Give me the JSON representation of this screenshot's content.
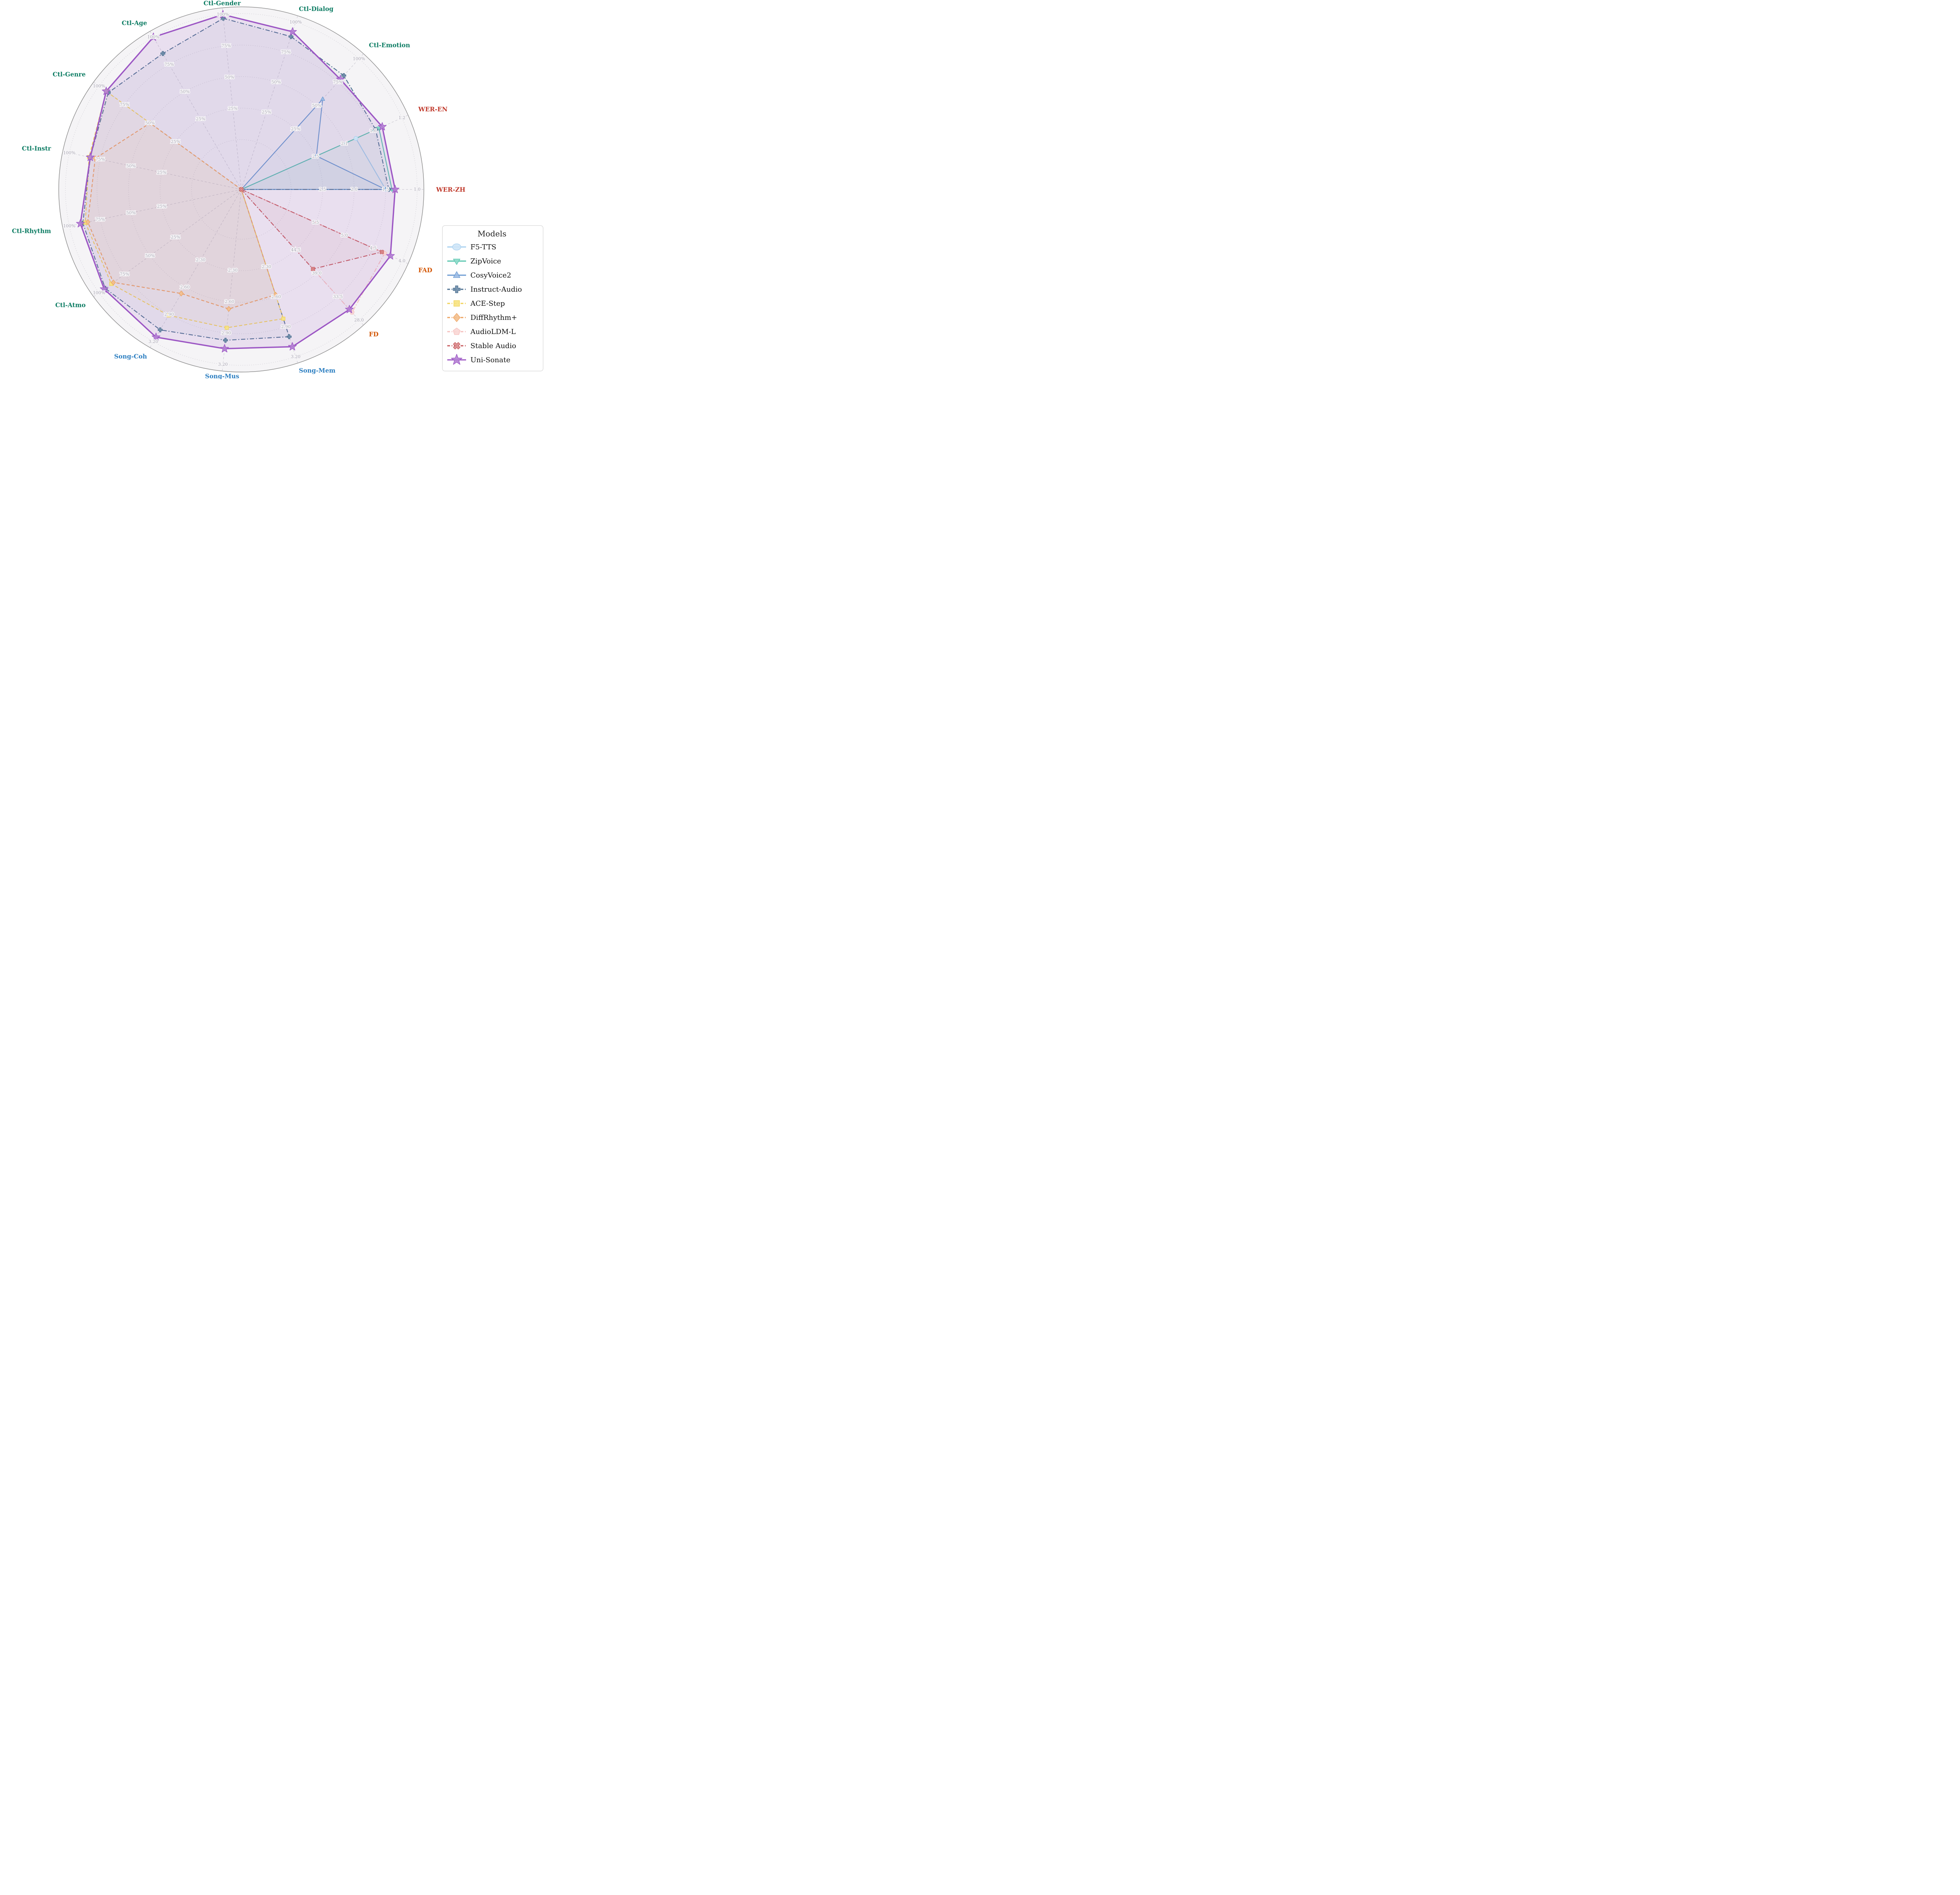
{
  "chart_data": {
    "type": "radar",
    "title": "",
    "legend": {
      "title": "Models",
      "position": "right-bottom"
    },
    "grid": {
      "rings": 5,
      "ring_style": "dotted",
      "spoke_style": "dashed",
      "outer_circle": true
    },
    "axis_groups": {
      "ctl": {
        "color": "#0e7d64"
      },
      "wer": {
        "color": "#c0392b"
      },
      "dist": {
        "color": "#d35400"
      },
      "song": {
        "color": "#2d7fc1"
      }
    },
    "axes": [
      {
        "id": "WER-ZH",
        "label": "WER-ZH",
        "angle_deg": 0,
        "group": "wer",
        "tick_labels": [
          "2.5",
          "2.0",
          "1.5",
          "1.0"
        ],
        "ring1_value": 3.0,
        "ring_step": -0.5
      },
      {
        "id": "WER-EN",
        "label": "WER-EN",
        "angle_deg": 24,
        "group": "wer",
        "tick_labels": [
          "2.5",
          "2.1",
          "1.6",
          "1.2"
        ],
        "ring1_value": 2.95,
        "ring_step": -0.4375
      },
      {
        "id": "Ctl-Emotion",
        "label": "Ctl-Emotion",
        "angle_deg": 48,
        "group": "ctl",
        "tick_labels": [
          "25%",
          "50%",
          "75%",
          "100%"
        ],
        "ring1_value": 0,
        "ring_step": 25
      },
      {
        "id": "Ctl-Dialog",
        "label": "Ctl-Dialog",
        "angle_deg": 72,
        "group": "ctl",
        "tick_labels": [
          "25%",
          "50%",
          "75%",
          "100%"
        ],
        "ring1_value": 0,
        "ring_step": 25
      },
      {
        "id": "Ctl-Gender",
        "label": "Ctl-Gender",
        "angle_deg": 96,
        "group": "ctl",
        "tick_labels": [
          "25%",
          "50%",
          "75%",
          "100%"
        ],
        "ring1_value": 0,
        "ring_step": 25
      },
      {
        "id": "Ctl-Age",
        "label": "Ctl-Age",
        "angle_deg": 120,
        "group": "ctl",
        "tick_labels": [
          "25%",
          "50%",
          "75%",
          "100%"
        ],
        "ring1_value": 0,
        "ring_step": 25
      },
      {
        "id": "Ctl-Genre",
        "label": "Ctl-Genre",
        "angle_deg": 144,
        "group": "ctl",
        "tick_labels": [
          "25%",
          "50%",
          "75%",
          "100%"
        ],
        "ring1_value": 0,
        "ring_step": 25
      },
      {
        "id": "Ctl-Instr",
        "label": "Ctl-Instr",
        "angle_deg": 168,
        "group": "ctl",
        "tick_labels": [
          "25%",
          "50%",
          "75%",
          "100%"
        ],
        "ring1_value": 0,
        "ring_step": 25
      },
      {
        "id": "Ctl-Rhythm",
        "label": "Ctl-Rhythm",
        "angle_deg": 192,
        "group": "ctl",
        "tick_labels": [
          "25%",
          "50%",
          "75%",
          "100%"
        ],
        "ring1_value": 0,
        "ring_step": 25
      },
      {
        "id": "Ctl-Atmo",
        "label": "Ctl-Atmo",
        "angle_deg": 216,
        "group": "ctl",
        "tick_labels": [
          "25%",
          "50%",
          "75%",
          "100%"
        ],
        "ring1_value": 0,
        "ring_step": 25
      },
      {
        "id": "Song-Coh",
        "label": "Song-Coh",
        "angle_deg": 240,
        "group": "song",
        "tick_labels": [
          "2.30",
          "2.60",
          "2.90",
          "3.20"
        ],
        "ring1_value": 2.0,
        "ring_step": 0.3
      },
      {
        "id": "Song-Mus",
        "label": "Song-Mus",
        "angle_deg": 264,
        "group": "song",
        "tick_labels": [
          "2.30",
          "2.60",
          "2.90",
          "3.20"
        ],
        "ring1_value": 2.0,
        "ring_step": 0.3
      },
      {
        "id": "Song-Mem",
        "label": "Song-Mem",
        "angle_deg": 288,
        "group": "song",
        "tick_labels": [
          "2.30",
          "2.60",
          "2.90",
          "3.20"
        ],
        "ring1_value": 2.0,
        "ring_step": 0.3
      },
      {
        "id": "FD",
        "label": "FD",
        "angle_deg": 312,
        "group": "dist",
        "tick_labels": [
          "44.5",
          "39.0",
          "33.5",
          "28.0"
        ],
        "ring1_value": 50.0,
        "ring_step": -5.5
      },
      {
        "id": "FAD",
        "label": "FAD",
        "angle_deg": 336,
        "group": "dist",
        "tick_labels": [
          "5.5",
          "5.0",
          "4.5",
          "4.0"
        ],
        "ring1_value": 6.0,
        "ring_step": -0.5
      }
    ],
    "series": [
      {
        "name": "F5-TTS",
        "color": "#a9d1f0",
        "fill": "#cfe5f7",
        "marker": "circle",
        "line_style": "solid",
        "values": {
          "WER-EN": 1.9,
          "WER-ZH": 1.5
        }
      },
      {
        "name": "ZipVoice",
        "color": "#58c5ae",
        "fill": "#8fdccb",
        "marker": "triangle-down",
        "line_style": "solid",
        "values": {
          "WER-EN": 1.55,
          "WER-ZH": 1.4
        }
      },
      {
        "name": "CosyVoice2",
        "color": "#6b9bd2",
        "fill": "#9dbde4",
        "marker": "triangle-up",
        "line_style": "solid",
        "values": {
          "Ctl-Emotion": 57,
          "WER-EN": 2.5,
          "WER-ZH": 1.5
        }
      },
      {
        "name": "Instruct-Audio",
        "color": "#4e7191",
        "fill": "#6d8ca8",
        "marker": "plus",
        "line_style": "dashdot",
        "values": {
          "Ctl-Gender": 97,
          "Ctl-Dialog": 88,
          "Ctl-Emotion": 82,
          "WER-EN": 1.6,
          "WER-ZH": 1.45,
          "Song-Mem": 3.0,
          "Song-Mus": 2.97,
          "Song-Coh": 3.07,
          "Ctl-Atmo": 94,
          "Ctl-Rhythm": 89,
          "Ctl-Instr": 83,
          "Ctl-Genre": 91,
          "Ctl-Age": 85
        }
      },
      {
        "name": "ACE-Step",
        "color": "#f1d359",
        "fill": "#f7e382",
        "marker": "square",
        "line_style": "dashed",
        "values": {
          "Ctl-Genre": 93,
          "Ctl-Instr": 84,
          "Ctl-Rhythm": 87,
          "Ctl-Atmo": 88,
          "Song-Coh": 2.91,
          "Song-Mus": 2.85,
          "Song-Mem": 2.82
        }
      },
      {
        "name": "DiffRhythm+",
        "color": "#eda361",
        "fill": "#f3bf8d",
        "marker": "diamond",
        "line_style": "dashed",
        "values": {
          "Ctl-Genre": 50,
          "Ctl-Instr": 79,
          "Ctl-Rhythm": 85,
          "Ctl-Atmo": 86,
          "Song-Coh": 2.67,
          "Song-Mus": 2.67,
          "Song-Mem": 2.58
        }
      },
      {
        "name": "AudioLDM-L",
        "color": "#f5bfbd",
        "fill": "#f9d7d5",
        "marker": "pentagon",
        "line_style": "dashdot",
        "values": {
          "FAD": 4.3,
          "FD": 29.8
        }
      },
      {
        "name": "Stable Audio",
        "color": "#c75b5e",
        "fill": "#d98a8c",
        "marker": "x",
        "line_style": "dashdot",
        "values": {
          "FAD": 4.35,
          "FD": 40.0
        }
      },
      {
        "name": "Uni-Sonate",
        "color": "#9c56c4",
        "fill": "#b47fd4",
        "marker": "star",
        "line_style": "solid",
        "values": {
          "Ctl-Gender": 100,
          "Ctl-Dialog": 92,
          "Ctl-Emotion": 78,
          "WER-EN": 1.5,
          "WER-ZH": 1.35,
          "FAD": 4.2,
          "FD": 30.5,
          "Song-Mem": 3.1,
          "Song-Mus": 3.05,
          "Song-Coh": 3.15,
          "Ctl-Atmo": 95,
          "Ctl-Rhythm": 91,
          "Ctl-Instr": 83,
          "Ctl-Genre": 93,
          "Ctl-Age": 100
        }
      }
    ]
  }
}
